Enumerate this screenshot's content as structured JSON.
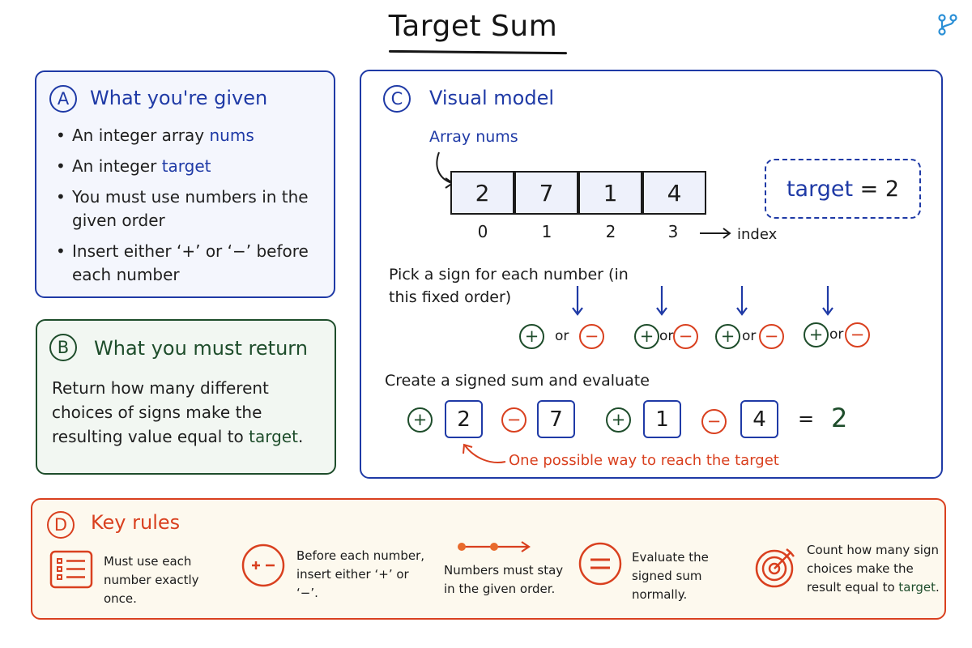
{
  "title": "Target Sum",
  "colors": {
    "blue": "#1f3aa6",
    "green": "#1e4d2b",
    "red": "#d9401f",
    "ink": "#1b1b1b"
  },
  "header_icon": "branch-icon",
  "panel_a": {
    "badge": "A",
    "title": "What you're given",
    "items": [
      {
        "text": "An integer array ",
        "highlight": "nums"
      },
      {
        "text": "An integer ",
        "highlight": "target"
      },
      {
        "text": "You must use numbers in the given order"
      },
      {
        "text": "Insert either ‘+’ or ‘−’ before each number"
      }
    ]
  },
  "panel_b": {
    "badge": "B",
    "title": "What you must return",
    "text": "Return how many different choices of signs make the resulting value equal to ",
    "highlight": "target",
    "suffix": "."
  },
  "panel_c": {
    "badge": "C",
    "title": "Visual model",
    "array_label": "Array nums",
    "array": [
      "2",
      "7",
      "1",
      "4"
    ],
    "indices": [
      "0",
      "1",
      "2",
      "3"
    ],
    "index_label": "index",
    "target_label": "target",
    "target_eq": " = 2",
    "pick_text": "Pick a sign for each number (in this fixed order)",
    "sign_plus": "+",
    "sign_minus": "−",
    "or_word": "or",
    "create_text": "Create a signed sum and evaluate",
    "expression": [
      {
        "sign": "+",
        "value": "2"
      },
      {
        "sign": "−",
        "value": "7"
      },
      {
        "sign": "+",
        "value": "1"
      },
      {
        "sign": "−",
        "value": "4"
      }
    ],
    "equals": "=",
    "result": "2",
    "note": "One possible way to reach the target"
  },
  "panel_d": {
    "badge": "D",
    "title": "Key rules",
    "rules": [
      {
        "icon": "list-icon",
        "text": "Must use each number exactly once."
      },
      {
        "icon": "plus-minus-icon",
        "text": "Before each number, insert either ‘+’ or ‘−’."
      },
      {
        "icon": "order-arrow-icon",
        "text": "Numbers must stay in the given order."
      },
      {
        "icon": "equals-icon",
        "text": "Evaluate the signed sum normally."
      },
      {
        "icon": "target-icon",
        "text": "Count how many sign choices make the result equal to ",
        "highlight": "target",
        "suffix": "."
      }
    ]
  }
}
